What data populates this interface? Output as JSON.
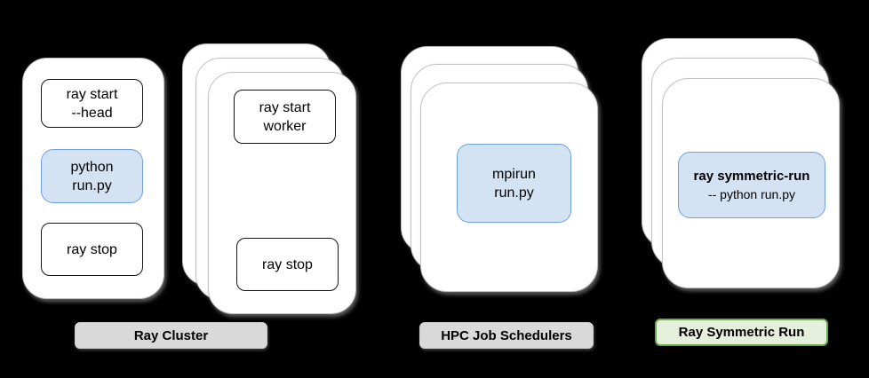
{
  "diagram": {
    "ray_cluster": {
      "label": "Ray Cluster",
      "head_card": {
        "boxes": [
          {
            "line1": "ray start",
            "line2": "--head",
            "style": "plain"
          },
          {
            "line1": "python",
            "line2": "run.py",
            "style": "highlight"
          },
          {
            "line1": "ray stop",
            "line2": "",
            "style": "plain"
          }
        ]
      },
      "worker_stack": {
        "top_box": {
          "line1": "ray start",
          "line2": "worker"
        },
        "bottom_box": {
          "line1": "ray stop"
        }
      }
    },
    "hpc": {
      "label": "HPC Job Schedulers",
      "box": {
        "line1": "mpirun",
        "line2": "run.py"
      }
    },
    "symmetric": {
      "label": "Ray Symmetric Run",
      "box": {
        "line1": "ray symmetric-run",
        "line2": "-- python run.py"
      }
    }
  },
  "colors": {
    "background": "#000000",
    "card_fill": "#ffffff",
    "card_border": "#c2c2c2",
    "cmd_border": "#141414",
    "highlight_fill": "#d3e3f3",
    "highlight_border": "#6f9fdb",
    "label_gray_fill": "#d9d9d9",
    "label_green_fill": "#e4efdc",
    "label_green_border": "#6aa84f",
    "text": "#000000"
  }
}
